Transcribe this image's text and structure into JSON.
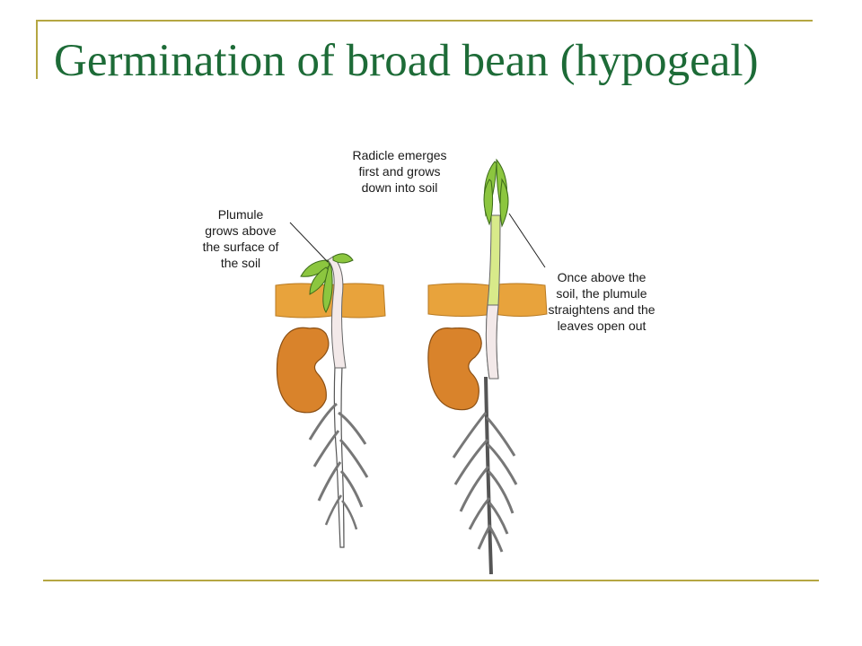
{
  "slide": {
    "title": "Germination of broad bean (hypogeal)"
  },
  "diagram": {
    "labels": {
      "radicle": [
        "Radicle emerges",
        "first and grows",
        "down into soil"
      ],
      "plumule": [
        "Plumule",
        "grows above",
        "the surface of",
        "the soil"
      ],
      "once_above": [
        "Once above the",
        "soil, the plumule",
        "straightens and the",
        "leaves open out"
      ]
    }
  },
  "colors": {
    "title": "#1d6b37",
    "frame": "#b5a642",
    "soil": "#e8a33c",
    "seed": "#d9832b",
    "leaf": "#8cc63f",
    "stem": "#d8ea8a",
    "root": "#ffffff"
  }
}
